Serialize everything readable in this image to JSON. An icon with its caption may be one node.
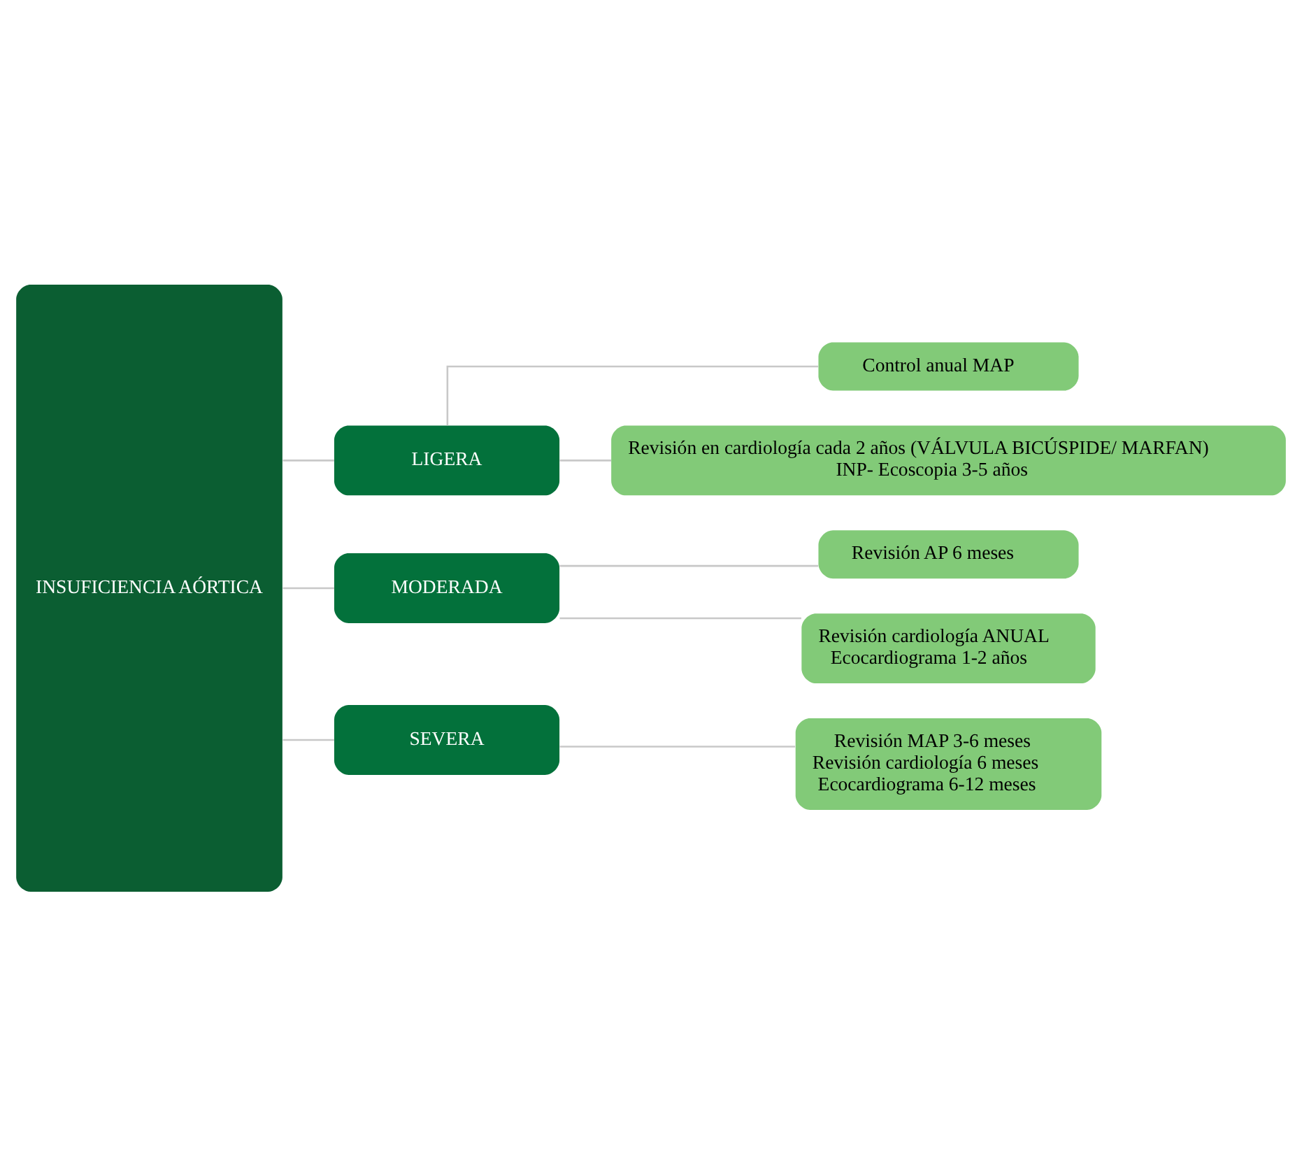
{
  "diagram": {
    "nodes": [
      {
        "text": [
          "INSUFICIENCIA AÓRTICA"
        ]
      },
      {
        "text": [
          "LIGERA"
        ]
      },
      {
        "text": [
          "MODERADA"
        ]
      },
      {
        "text": [
          "SEVERA"
        ]
      },
      {
        "text": [
          "Control anual MAP"
        ]
      },
      {
        "text": [
          "Revisión en cardiología cada 2 años (VÁLVULA BICÚSPIDE/ MARFAN)",
          "INP- Ecoscopia 3-5 años"
        ]
      },
      {
        "text": [
          "Revisión AP 6 meses"
        ]
      },
      {
        "text": [
          "Revisión cardiología ANUAL",
          "Ecocardiograma 1-2 años"
        ]
      },
      {
        "text": [
          "Revisión MAP 3-6 meses",
          "Revisión cardiología 6 meses",
          "Ecocardiograma 6-12 meses"
        ]
      }
    ],
    "edges": [
      {
        "from": 0,
        "to": 1,
        "arrow": "none"
      },
      {
        "from": 0,
        "to": 2,
        "arrow": "none"
      },
      {
        "from": 0,
        "to": 3,
        "arrow": "none"
      },
      {
        "from": 1,
        "to": 4,
        "arrow": "none"
      },
      {
        "from": 1,
        "to": 5,
        "arrow": "none"
      },
      {
        "from": 2,
        "to": 6,
        "arrow": "none"
      },
      {
        "from": 2,
        "to": 7,
        "arrow": "none"
      },
      {
        "from": 3,
        "to": 8,
        "arrow": "none"
      }
    ]
  }
}
